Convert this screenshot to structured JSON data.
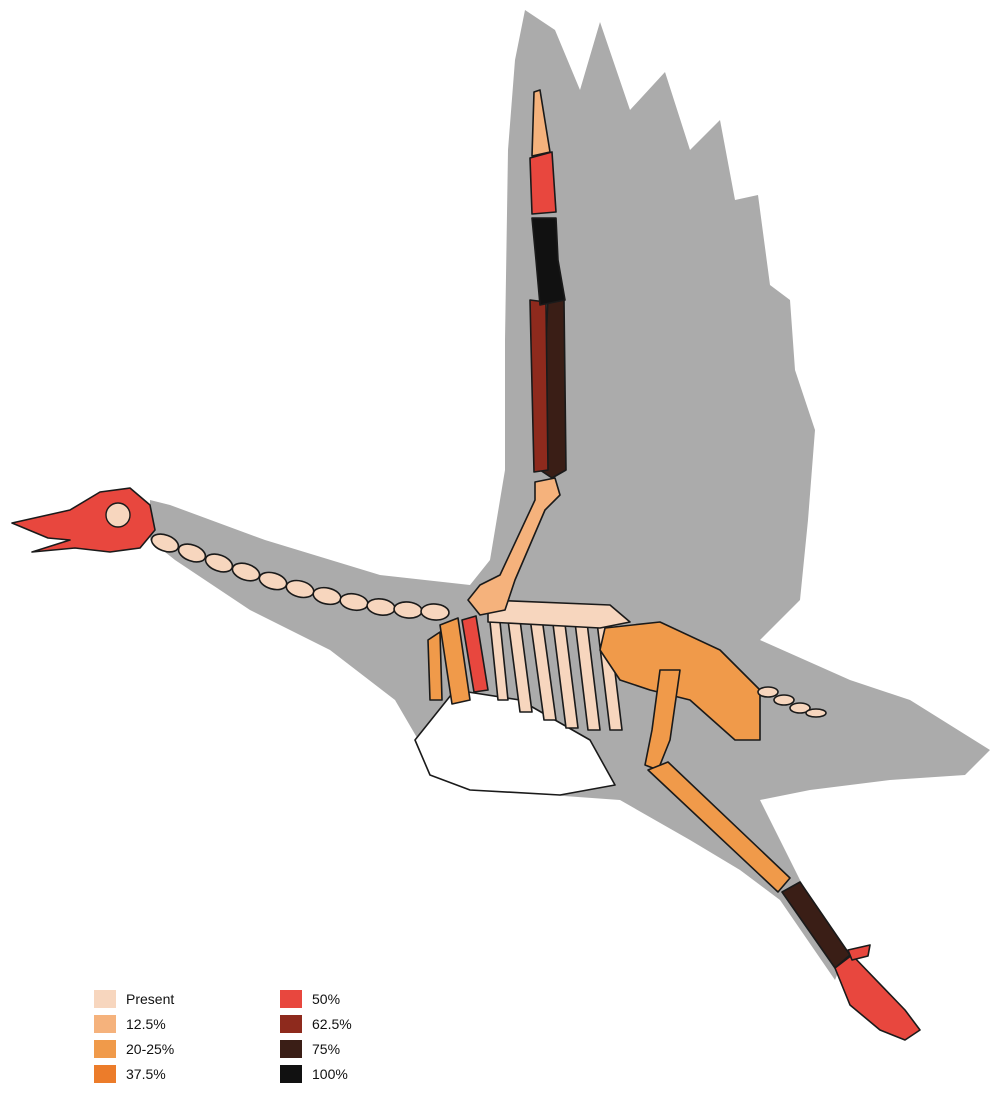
{
  "legend": [
    {
      "label": "Present",
      "color": "#F7D6BE"
    },
    {
      "label": "12.5%",
      "color": "#F5B27C"
    },
    {
      "label": "20-25%",
      "color": "#F09A4A"
    },
    {
      "label": "37.5%",
      "color": "#EC7C2A"
    },
    {
      "label": "50%",
      "color": "#E8473E"
    },
    {
      "label": "62.5%",
      "color": "#8E2A1D"
    },
    {
      "label": "75%",
      "color": "#3A1E16"
    },
    {
      "label": "100%",
      "color": "#111111"
    }
  ],
  "colors": {
    "body_silhouette": "#ABABAB",
    "sternum": "#FFFFFF",
    "outline": "#1A1A1A"
  },
  "regions": {
    "skull": "50%",
    "neck_vertebrae": "Present",
    "wing_digit": "12.5%",
    "carpometacarpus": "50%",
    "wrist": "100%",
    "radius": "62.5%",
    "ulna": "75%",
    "humerus": "12.5%",
    "coracoid": "20-25%",
    "furcula": "50%",
    "ribs": "Present",
    "sternum": "none",
    "pelvis": "20-25%",
    "tail_vertebrae": "Present",
    "femur": "20-25%",
    "tibiotarsus": "20-25%",
    "tarsometatarsus": "75%",
    "toes": "50%"
  }
}
